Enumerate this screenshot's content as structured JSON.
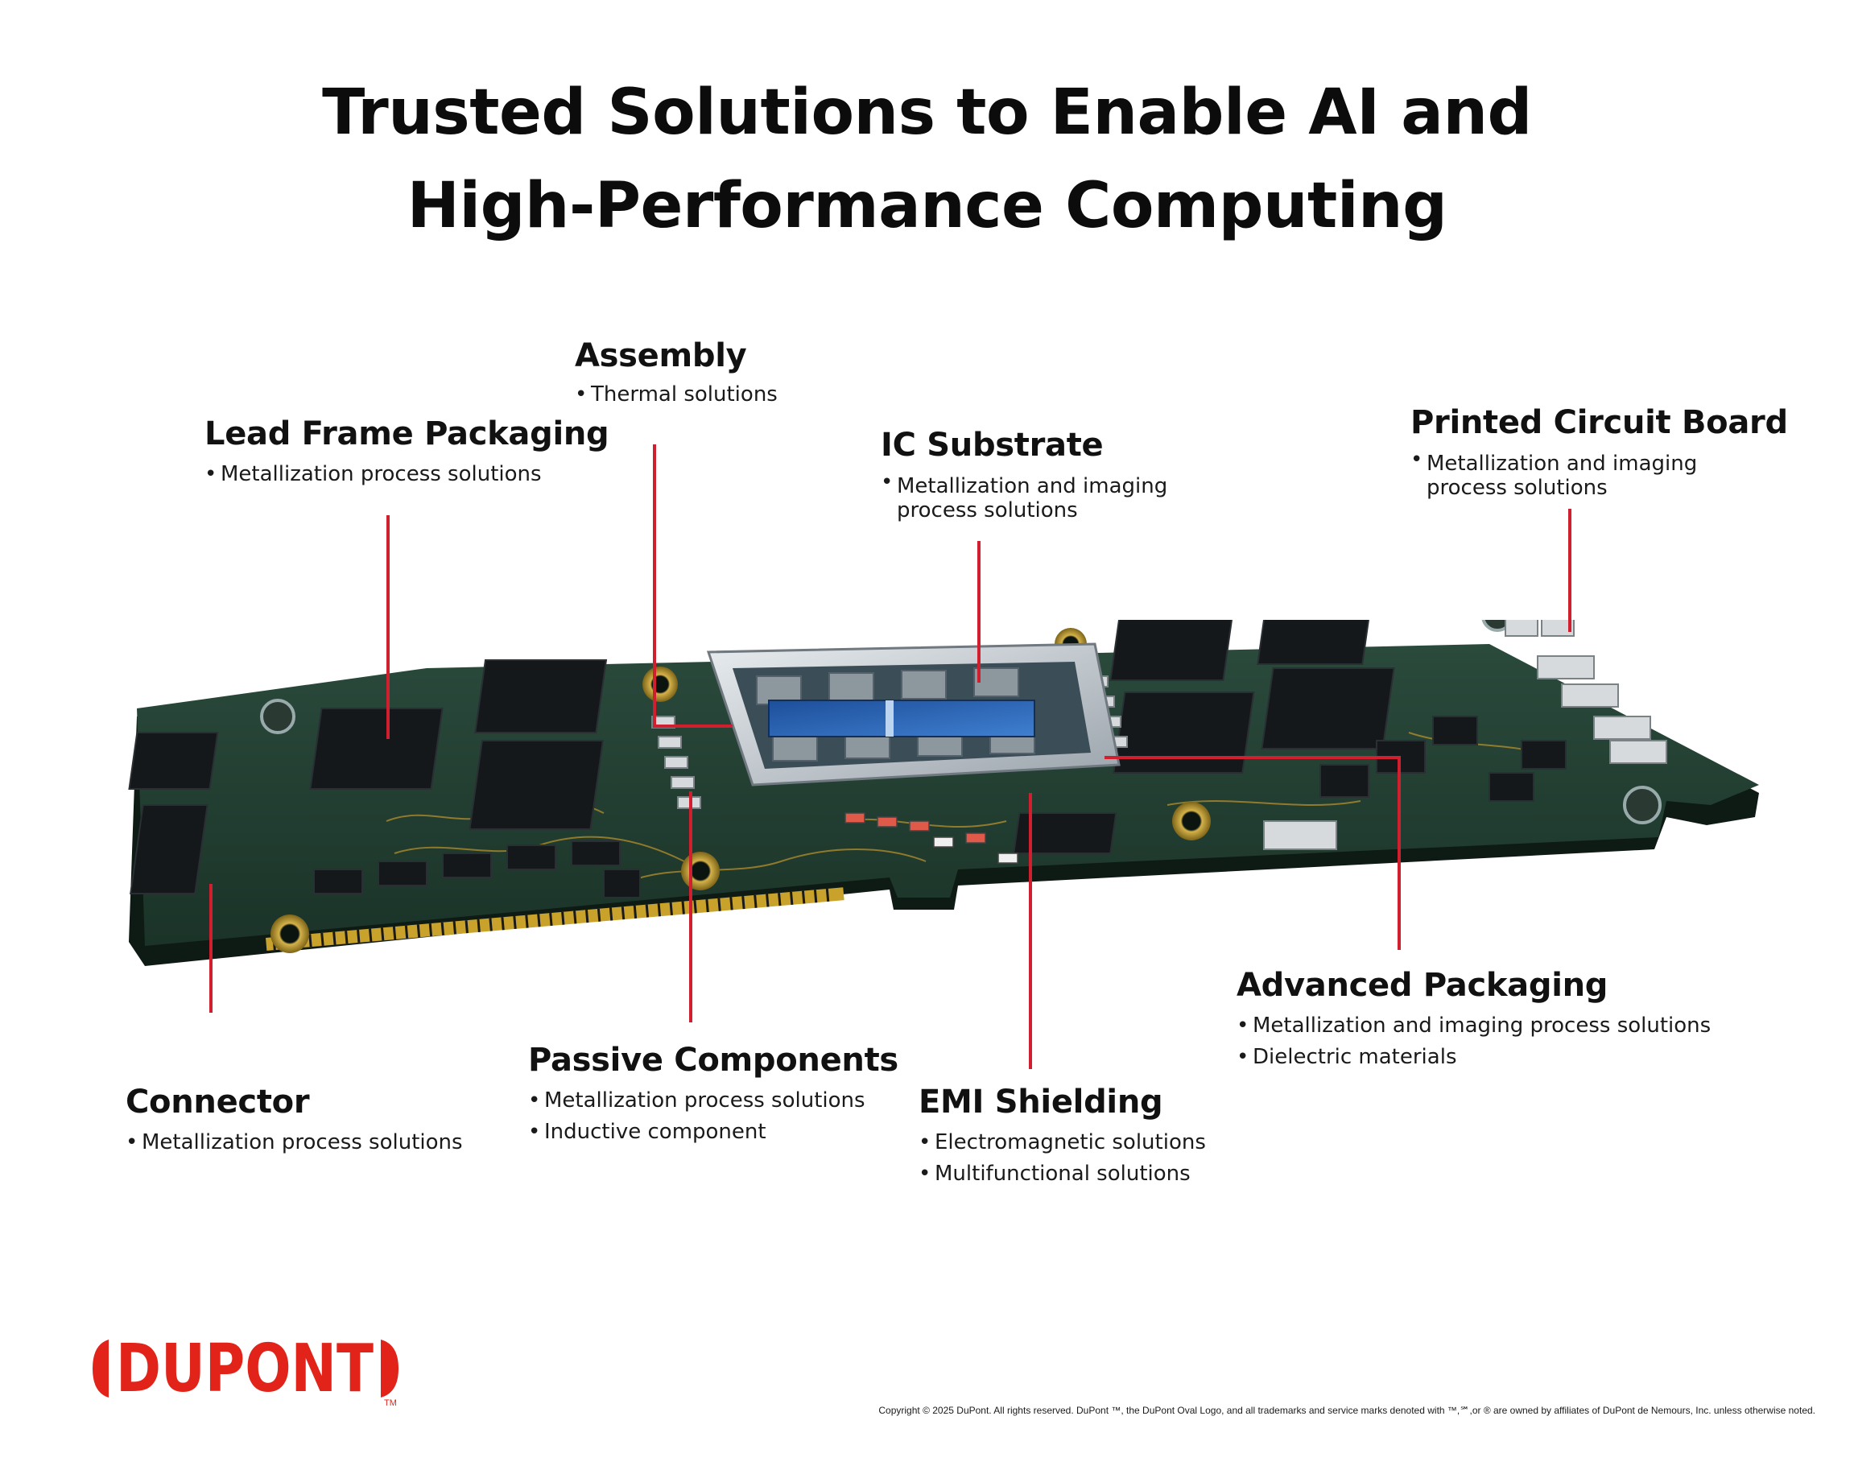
{
  "title": {
    "line1": "Trusted Solutions to Enable AI and",
    "line2": "High-Performance Computing"
  },
  "callouts": {
    "assembly": {
      "title": "Assembly",
      "items": [
        "Thermal solutions"
      ]
    },
    "lead_frame": {
      "title": "Lead Frame Packaging",
      "items": [
        "Metallization process solutions"
      ]
    },
    "ic_substrate": {
      "title": "IC Substrate",
      "items": [
        "Metallization and imaging process solutions"
      ]
    },
    "pcb": {
      "title": "Printed Circuit Board",
      "items": [
        "Metallization and imaging process solutions"
      ]
    },
    "advanced_packaging": {
      "title": "Advanced Packaging",
      "items": [
        "Metallization and imaging process solutions",
        "Dielectric materials"
      ]
    },
    "passive": {
      "title": "Passive Components",
      "items": [
        "Metallization process solutions",
        "Inductive component"
      ]
    },
    "emi": {
      "title": "EMI Shielding",
      "items": [
        "Electromagnetic solutions",
        "Multifunctional solutions"
      ]
    },
    "connector": {
      "title": "Connector",
      "items": [
        "Metallization process solutions"
      ]
    }
  },
  "colors": {
    "leader_red": "#d0202f",
    "brand_red": "#e2231a",
    "board_green": "#1f3a30"
  },
  "logo": {
    "text": "DUPONT",
    "trademark": "TM"
  },
  "copyright": "Copyright © 2025 DuPont. All rights reserved. DuPont ™, the DuPont Oval Logo, and all trademarks and service marks denoted with ™,℠,or ® are owned by affiliates of DuPont de Nemours, Inc. unless otherwise noted."
}
